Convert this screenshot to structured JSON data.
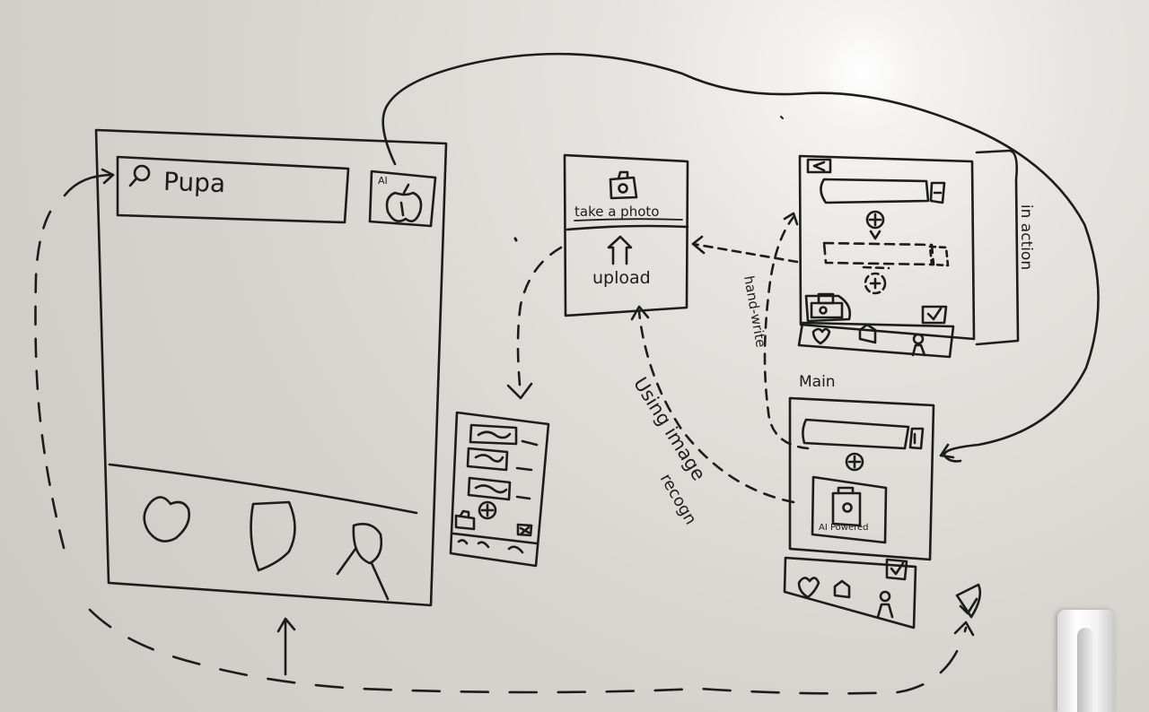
{
  "main_screen": {
    "search_value": "Pupa",
    "ai_badge": "AI"
  },
  "photo_options": {
    "take_photo_label": "take a photo",
    "upload_label": "upload"
  },
  "annotations": {
    "in_action": "in action",
    "hand_write": "hand-write",
    "using_image": "Using image",
    "recognition": "recogn",
    "main_label": "Main",
    "ai_powered": "AI Powered"
  }
}
